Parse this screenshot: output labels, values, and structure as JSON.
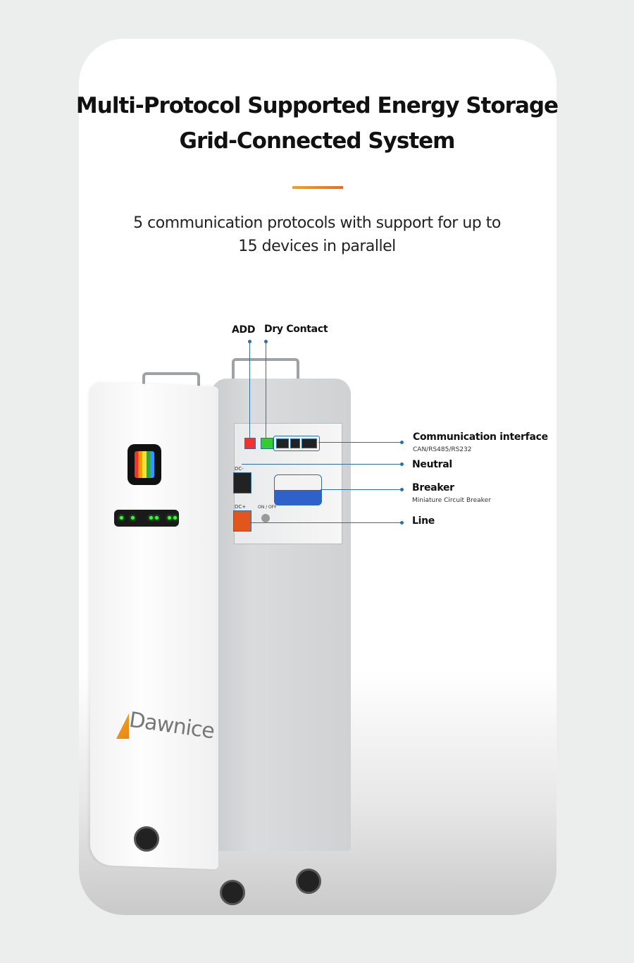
{
  "header": {
    "title_line1": "Multi-Protocol Supported Energy Storage",
    "title_line2": "Grid-Connected System",
    "subtitle_line1": "5 communication protocols with support for up to",
    "subtitle_line2": "15 devices in parallel",
    "accent_color": "#f0801d"
  },
  "product": {
    "brand": "Dawnice",
    "panel_labels": {
      "dc_minus": "DC-",
      "dc_plus": "DC+",
      "on_off": "ON / OFF"
    }
  },
  "callouts": {
    "add": {
      "label": "ADD"
    },
    "dry_contact": {
      "label": "Dry Contact"
    },
    "communication": {
      "label": "Communication interface",
      "sub": "CAN/RS485/RS232"
    },
    "neutral": {
      "label": "Neutral"
    },
    "breaker": {
      "label": "Breaker",
      "sub": "Miniature Circuit Breaker"
    },
    "line": {
      "label": "Line"
    }
  },
  "colors": {
    "callout_line": "#2f6fa0",
    "brand_orange": "#f5a21b"
  }
}
